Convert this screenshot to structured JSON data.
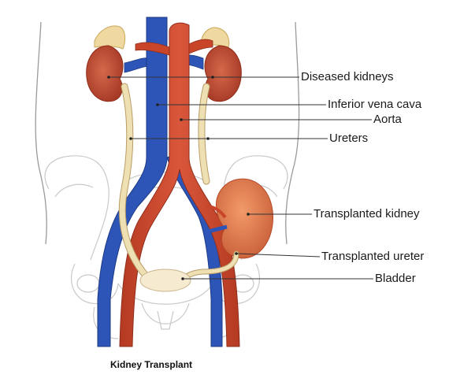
{
  "figure": {
    "caption": "Kidney Transplant"
  },
  "labels": {
    "diseased_kidneys": "Diseased kidneys",
    "inferior_vena_cava": "Inferior vena cava",
    "aorta": "Aorta",
    "ureters": "Ureters",
    "transplanted_kidney": "Transplanted kidney",
    "transplanted_ureter": "Transplanted ureter",
    "bladder": "Bladder"
  },
  "colors": {
    "aorta": "#c8452a",
    "vena_cava": "#2d55b8",
    "kidney": "#c8553a",
    "transplanted_kidney": "#de7848",
    "adrenal": "#f0d9a0",
    "ureter": "#efe0b4",
    "outline": "#cfcfcf",
    "leader": "#333333"
  }
}
